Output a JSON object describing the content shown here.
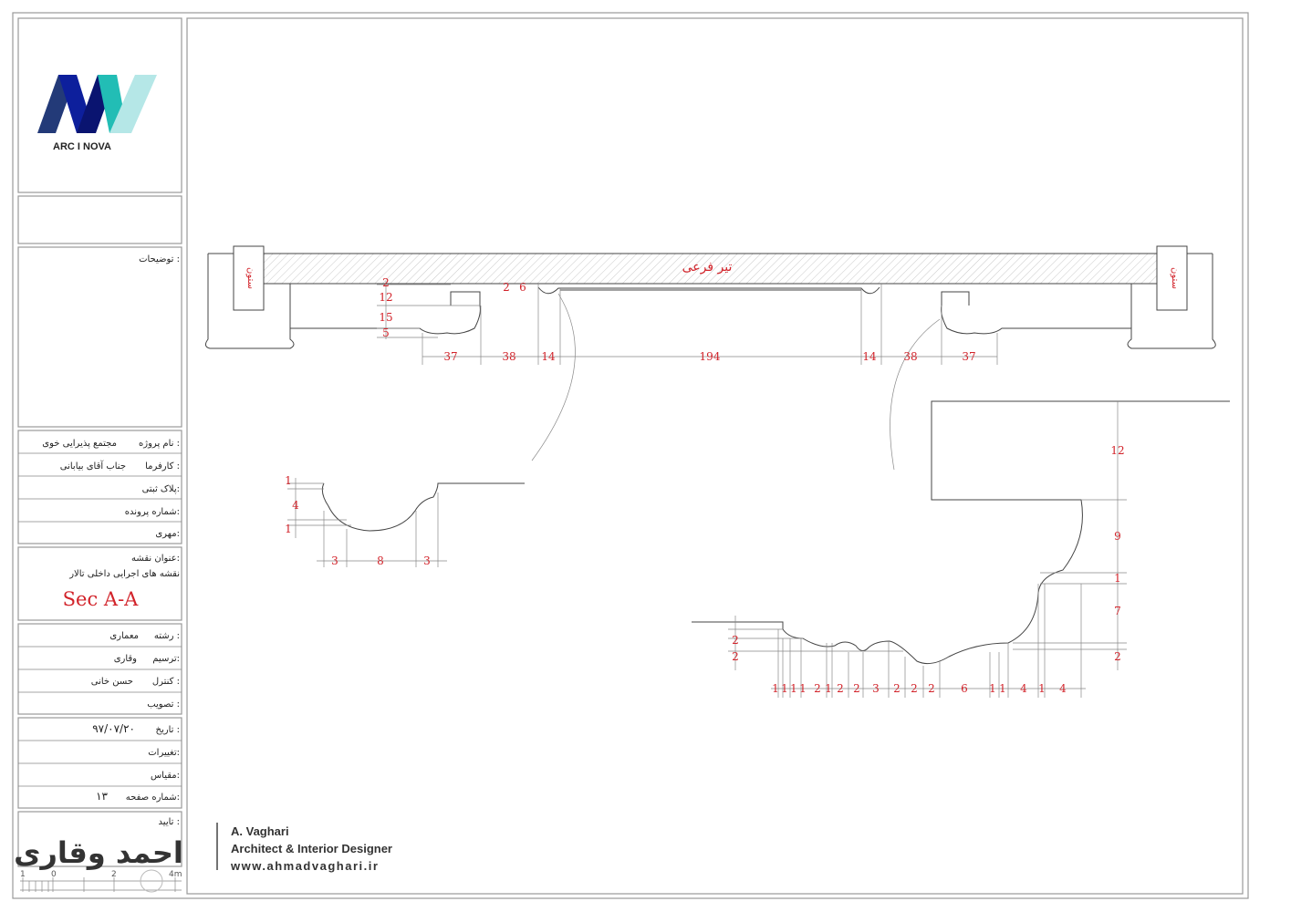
{
  "logo": {
    "name": "ARC I NOVA",
    "colors": [
      "#233a78",
      "#0d1f9c",
      "#0a1470",
      "#22bdb5",
      "#b5e7e7"
    ]
  },
  "title_block": {
    "notes_label": "توضیحات :",
    "project_label": "نام پروژه :",
    "project_value": "مجتمع پذیرایی خوی",
    "client_label": "کارفرما :",
    "client_value": "جناب آقای بیابانی",
    "plot_label": "پلاک ثبتی:",
    "file_label": "شماره پرونده:",
    "engineer_label": "مهری:",
    "sheet_title_label": "عنوان نقشه:",
    "sheet_title_value": "نقشه های اجرایی داخلی تالار",
    "section_name": "Sec A-A",
    "discipline_label": "رشته :",
    "discipline_value": "معماری",
    "drawn_label": "ترسیم:",
    "drawn_value": "وقاری",
    "check_label": "کنترل :",
    "check_value": "حسن خانی",
    "approve_label": "تصویب :",
    "date_label": "تاریخ :",
    "date_value": "۹۷/۰۷/۲۰",
    "changes_label": "تغییرات:",
    "scale_label": "مقیاس:",
    "page_label": "شماره صفحه:",
    "page_value": "۱۳",
    "confirm_label": "تایید :",
    "scale_bar": [
      "1",
      "0",
      "2",
      "4m"
    ],
    "watermark": "احمد وقاری"
  },
  "signature": {
    "name": "A. Vaghari",
    "role": "Architect & Interior Designer",
    "website": "www.ahmadvaghari.ir"
  },
  "drawing": {
    "beam_label": "تیر فرعی",
    "column_label": "ستون",
    "section_top": [
      "2",
      "12",
      "15",
      "5",
      "2",
      "6",
      "37",
      "38",
      "14",
      "194",
      "14",
      "38",
      "37"
    ],
    "detail_left": [
      "4",
      "1",
      "1",
      "3",
      "8",
      "3"
    ],
    "detail_right_vertical": [
      "12",
      "9",
      "1",
      "7",
      "2"
    ],
    "detail_right_left": [
      "2",
      "2"
    ],
    "detail_right_bottom": [
      "1",
      "1",
      "1",
      "1",
      "2",
      "1",
      "2",
      "2",
      "3",
      "2",
      "2",
      "2",
      "6",
      "1",
      "1",
      "4",
      "1",
      "4"
    ]
  },
  "colors": {
    "dimension": "#d2232a",
    "line": "#444444"
  }
}
